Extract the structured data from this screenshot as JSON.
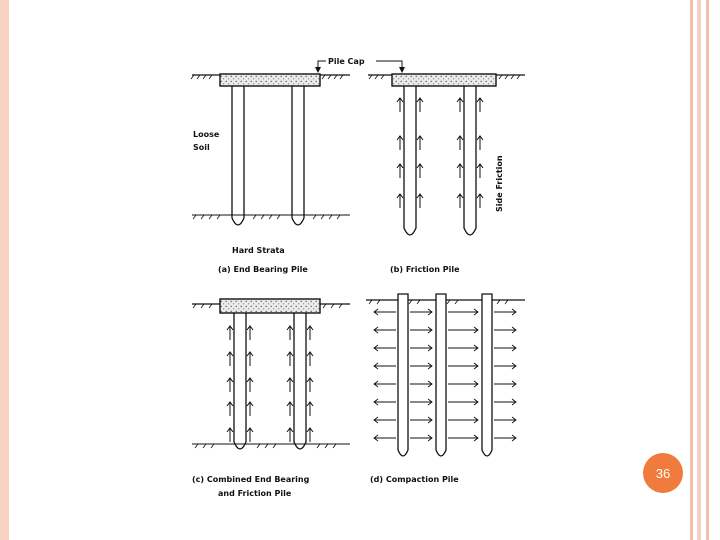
{
  "slide": {
    "page_number": "36",
    "accent_color": "#f07b3d",
    "frame_color": "#f8d3c4"
  },
  "figure": {
    "pile_cap_label": "Pile Cap",
    "loose_soil_line1": "Loose",
    "loose_soil_line2": "Soil",
    "hard_strata_label": "Hard Strata",
    "side_friction_label": "Side Friction",
    "panels": [
      {
        "caption": "(a)  End Bearing Pile"
      },
      {
        "caption": "(b)  Friction Pile"
      },
      {
        "caption_line1": "(c)  Combined  End  Bearing",
        "caption_line2": "and  Friction  Pile"
      },
      {
        "caption": "(d)  Compaction  Pile"
      }
    ]
  }
}
